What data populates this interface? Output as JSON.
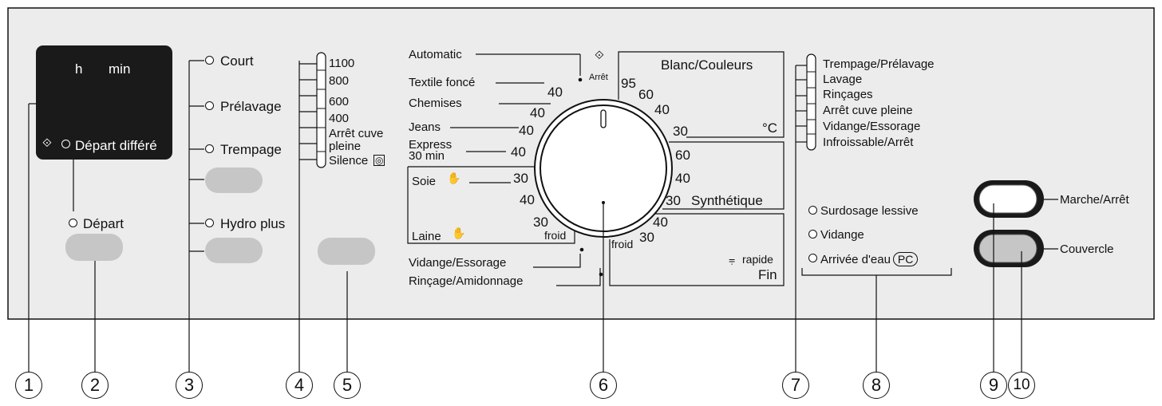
{
  "display": {
    "hours": "h",
    "minutes": "min",
    "delayed_start": "Départ différé"
  },
  "start": {
    "label": "Départ"
  },
  "options": [
    {
      "label": "Court"
    },
    {
      "label": "Prélavage"
    },
    {
      "label": "Trempage"
    },
    {
      "label": "Hydro plus"
    }
  ],
  "spin_speeds": [
    "1100",
    "800",
    "600",
    "400",
    "Arrêt cuve",
    "pleine",
    "Silence"
  ],
  "programs_left": {
    "automatic": "Automatic",
    "textile_fonce": "Textile foncé",
    "textile_fonce_temp": "40",
    "chemises": "Chemises",
    "chemises_temp": "40",
    "jeans": "Jeans",
    "jeans_temp": "40",
    "express": "Express",
    "express_time": "30 min",
    "express_temp": "40",
    "soie": "Soie",
    "soie_temp_1": "30",
    "soie_temp_2": "40",
    "laine": "Laine",
    "laine_temp": "30",
    "laine_froid": "froid",
    "vidange": "Vidange/Essorage",
    "rincage": "Rinçage/Amidonnage",
    "arret": "Arrêt"
  },
  "programs_right": {
    "blanc_title": "Blanc/Couleurs",
    "blanc_temps": [
      "95",
      "60",
      "40",
      "30"
    ],
    "degree": "°C",
    "synth_temps": [
      "60",
      "40",
      "30"
    ],
    "synth_title": "Synthétique",
    "bottom_temps": [
      "40",
      "30"
    ],
    "froid": "froid",
    "rapide": "rapide",
    "fin": "Fin"
  },
  "phases": [
    "Trempage/Prélavage",
    "Lavage",
    "Rinçages",
    "Arrêt cuve pleine",
    "Vidange/Essorage",
    "Infroissable/Arrêt"
  ],
  "warnings": [
    "Surdosage lessive",
    "Vidange",
    "Arrivée d'eau"
  ],
  "warnings_badge": "PC",
  "right_buttons": {
    "power": "Marche/Arrêt",
    "lid": "Couvercle"
  },
  "callouts": [
    "1",
    "2",
    "3",
    "4",
    "5",
    "6",
    "7",
    "8",
    "9",
    "10"
  ]
}
